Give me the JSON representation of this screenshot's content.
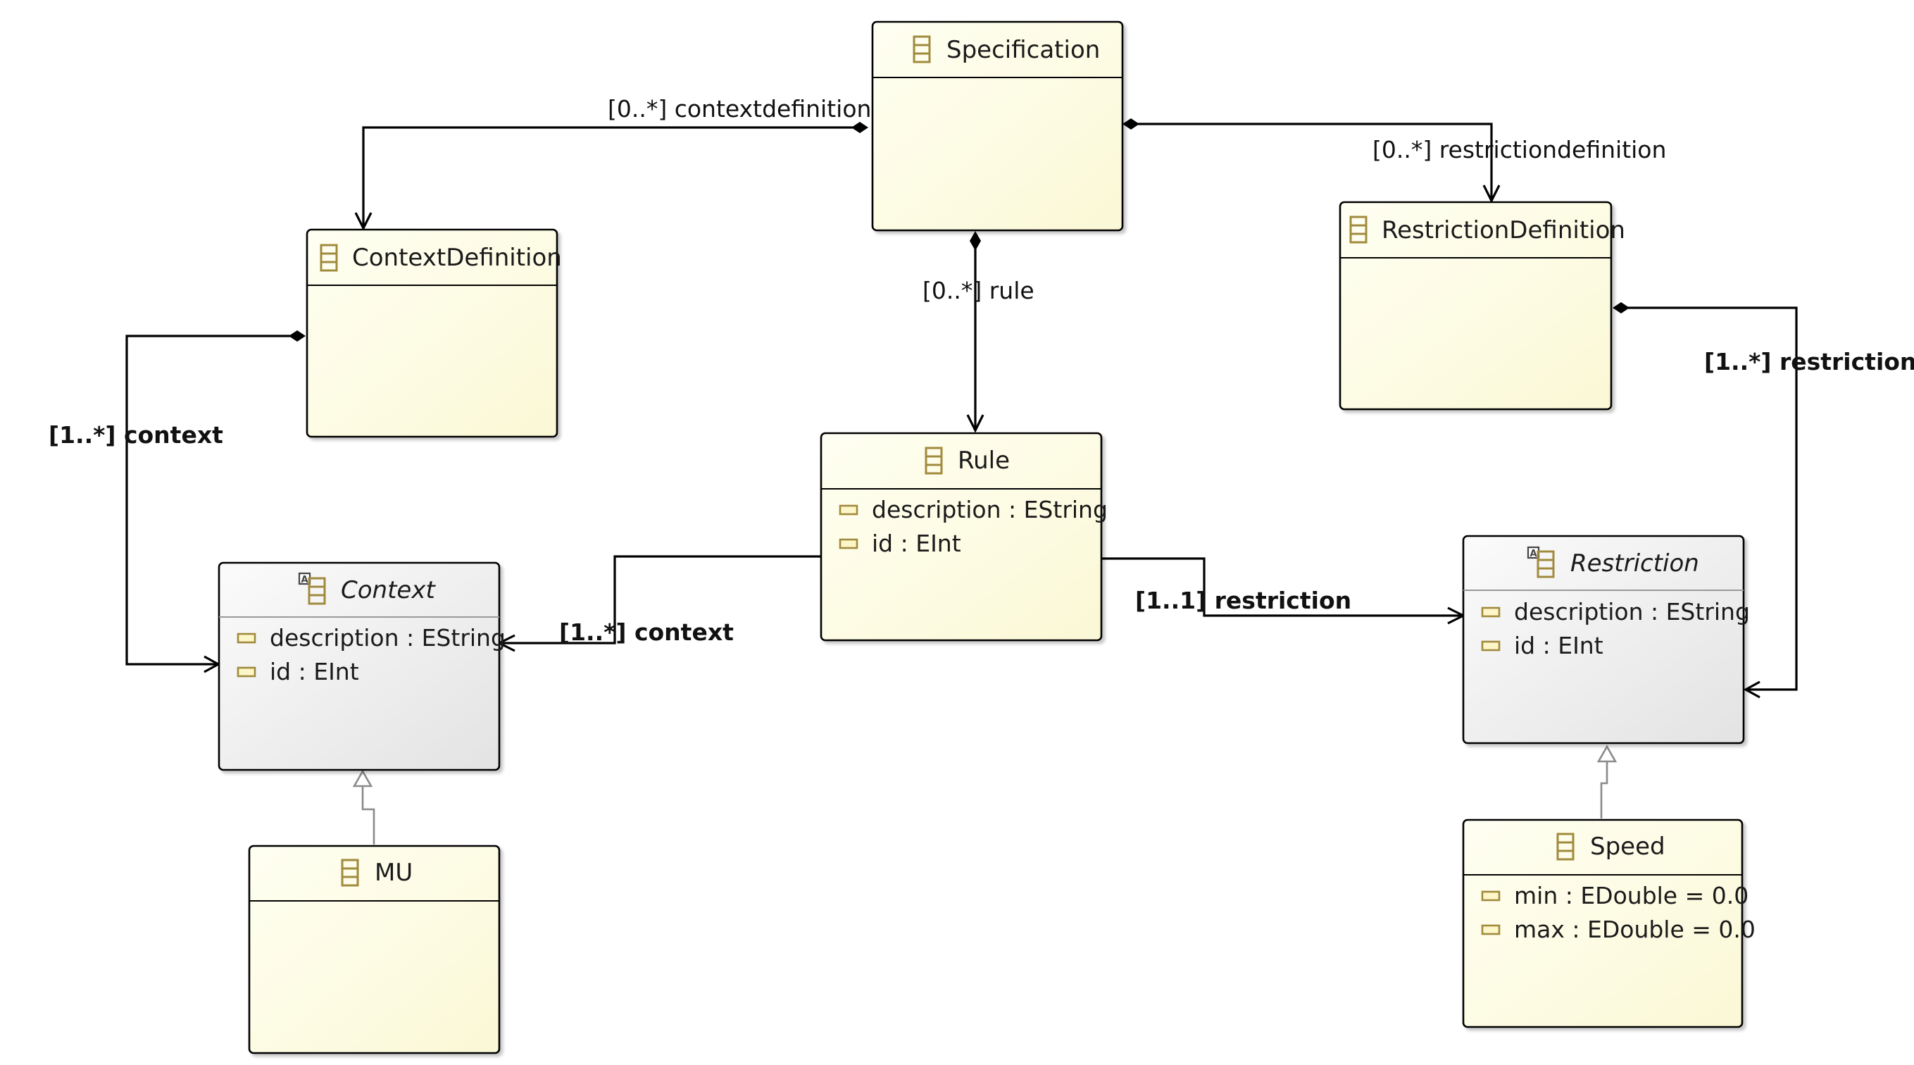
{
  "colors": {
    "concrete_fill_light": "#fffff2",
    "concrete_fill_dark": "#fbf8d6",
    "abstract_fill_light": "#fbfbfb",
    "abstract_fill_dark": "#e3e3e3",
    "class_icon": "#a08a3c",
    "attribute_icon": "#a08a3c",
    "line": "#000000",
    "generalization_line": "#8a8a8a"
  },
  "classes": {
    "specification": {
      "name": "Specification",
      "icon": "eclass-icon",
      "abstract": false,
      "attributes": []
    },
    "context_definition": {
      "name": "ContextDefinition",
      "icon": "eclass-icon",
      "abstract": false,
      "attributes": []
    },
    "restriction_definition": {
      "name": "RestrictionDefinition",
      "icon": "eclass-icon",
      "abstract": false,
      "attributes": []
    },
    "rule": {
      "name": "Rule",
      "icon": "eclass-icon",
      "abstract": false,
      "attributes": [
        "description : EString",
        "id : EInt"
      ]
    },
    "context": {
      "name": "Context",
      "icon": "abstract-eclass-icon",
      "abstract": true,
      "attributes": [
        "description : EString",
        "id : EInt"
      ]
    },
    "restriction": {
      "name": "Restriction",
      "icon": "abstract-eclass-icon",
      "abstract": true,
      "attributes": [
        "description : EString",
        "id : EInt"
      ]
    },
    "mu": {
      "name": "MU",
      "icon": "eclass-icon",
      "abstract": false,
      "attributes": []
    },
    "speed": {
      "name": "Speed",
      "icon": "eclass-icon",
      "abstract": false,
      "attributes": [
        "min : EDouble = 0.0",
        "max : EDouble = 0.0"
      ]
    }
  },
  "references": {
    "contextdefinition": {
      "label": "[0..*] contextdefinition",
      "kind": "containment",
      "bold": false
    },
    "restrictiondefinition": {
      "label": "[0..*] restrictiondefinition",
      "kind": "containment",
      "bold": false
    },
    "rule": {
      "label": "[0..*] rule",
      "kind": "containment",
      "bold": false
    },
    "definition_context": {
      "label": "[1..*] context",
      "kind": "containment",
      "bold": true
    },
    "definition_restriction": {
      "label": "[1..*] restriction",
      "kind": "containment",
      "bold": true
    },
    "rule_context": {
      "label": "[1..*] context",
      "kind": "reference",
      "bold": true
    },
    "rule_restriction": {
      "label": "[1..1] restriction",
      "kind": "reference",
      "bold": true
    }
  },
  "generalizations": [
    {
      "from": "MU",
      "to": "Context"
    },
    {
      "from": "Speed",
      "to": "Restriction"
    }
  ]
}
